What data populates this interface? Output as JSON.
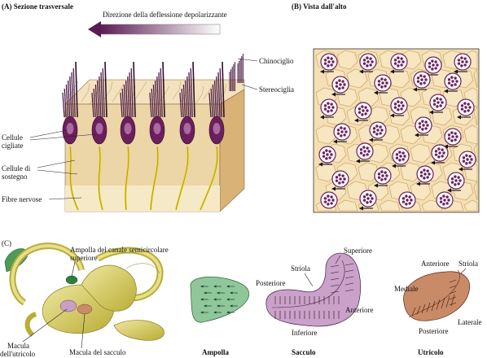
{
  "panel_a": {
    "heading": "(A) Sezione trasversale",
    "arrow_caption": "Direzione della deflessione depolarizzante",
    "labels": {
      "hair_cells": "Cellule\nciliate",
      "supporting_cells": "Cellule di\nsostegno",
      "nerve_fibers": "Fibre nervose",
      "kinocilium": "Chinociglio",
      "stereocilia": "Stereociglia"
    }
  },
  "panel_b": {
    "heading": "(B) Vista dall'alto"
  },
  "panel_c": {
    "heading": "(C)",
    "labels": {
      "ampulla_canal": "Ampolla del canale semicircolare\nsuperiore",
      "utricle_macula": "Macula\ndell'utricolo",
      "saccule_macula": "Macula del sacculo"
    },
    "ampulla": {
      "caption": "Ampolla"
    },
    "saccule": {
      "caption": "Sacculo",
      "labels": {
        "superior": "Superiore",
        "striola": "Striola",
        "posterior": "Posteriore",
        "anterior": "Anteriore",
        "inferior": "Inferiore"
      }
    },
    "utricle": {
      "caption": "Utricolo",
      "labels": {
        "anterior": "Anteriore",
        "striola": "Striola",
        "medial": "Mediale",
        "lateral": "Laterale",
        "posterior": "Posteriore"
      }
    }
  },
  "colors": {
    "tissue": "#ecd5a6",
    "tissue_dark": "#d9b277",
    "hair_cell": "#6b1f5c",
    "nucleus": "#a86aa0",
    "cilia": "#4a1a45",
    "nerve": "#e6d21a",
    "ampulla_fill": "#8fc79a",
    "saccule_fill": "#caa2c9",
    "utricle_fill": "#c98a68",
    "bony_labyrinth": "#d8cc5a"
  }
}
